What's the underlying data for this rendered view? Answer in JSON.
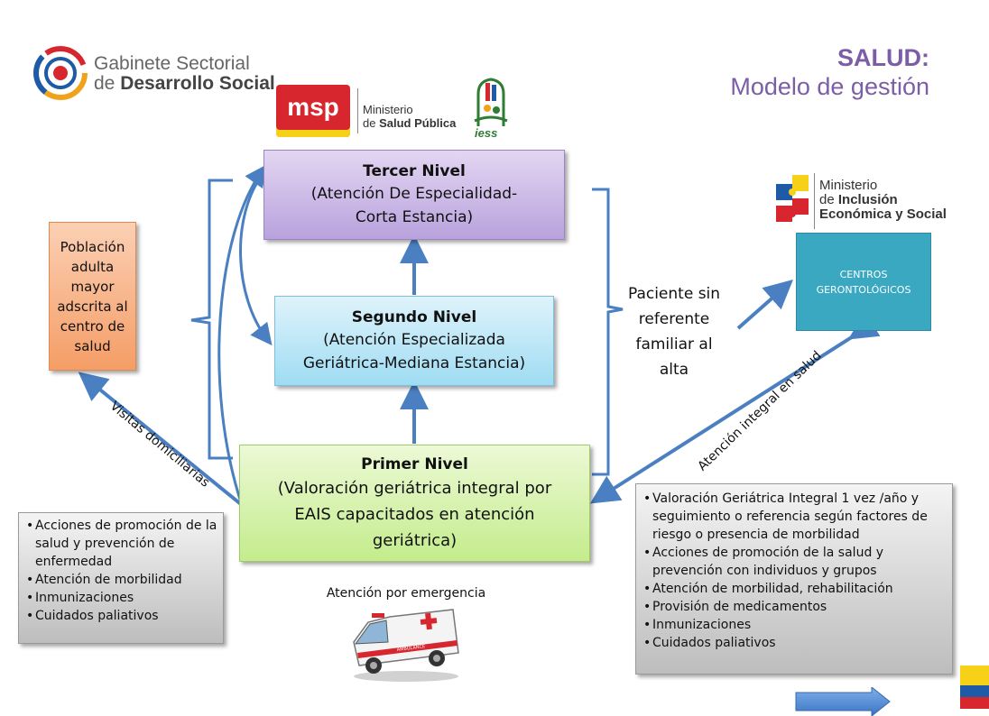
{
  "title": {
    "line1": "SALUD:",
    "line2": "Modelo de gestión"
  },
  "logos": {
    "gabinete": {
      "line1": "Gabinete Sectorial",
      "line2_pre": "de ",
      "line2_bold": "Desarrollo Social"
    },
    "msp": {
      "mark": "msp",
      "line1": "Ministerio",
      "line2_pre": "de ",
      "line2_bold": "Salud Pública"
    },
    "iess": {
      "mark": "iess"
    },
    "mies": {
      "line1": "Ministerio",
      "line2_pre": "de ",
      "line2_bold": "Inclusión",
      "line3": "Económica y Social"
    }
  },
  "levels": {
    "tercer": {
      "title": "Tercer Nivel",
      "line1": "(Atención De Especialidad-",
      "line2": "Corta Estancia)"
    },
    "segundo": {
      "title": "Segundo Nivel",
      "line1": "(Atención Especializada",
      "line2": "Geriátrica-Mediana Estancia)"
    },
    "primer": {
      "title": "Primer Nivel",
      "line1": "(Valoración geriátrica integral por",
      "line2": "EAIS capacitados en atención",
      "line3": "geriátrica)"
    }
  },
  "poblacion": {
    "lines": [
      "Población",
      "adulta",
      "mayor",
      "adscrita al",
      "centro de",
      "salud"
    ]
  },
  "centros": {
    "line1": "CENTROS",
    "line2": "GERONTOLÓGICOS"
  },
  "paciente": {
    "lines": [
      "Paciente sin",
      "referente",
      "familiar al",
      "alta"
    ]
  },
  "labels": {
    "visitas": "Visitas domiciliarias",
    "atencion_integral": "Atención integral en salud",
    "emergencia": "Atención por emergencia",
    "ambulance": "AMBULANCE"
  },
  "left_list": [
    "Acciones de promoción de la salud  y prevención de enfermedad",
    "Atención de morbilidad",
    "Inmunizaciones",
    "Cuidados paliativos"
  ],
  "right_list": [
    "Valoración Geriátrica Integral 1 vez /año y seguimiento o referencia según factores de riesgo o presencia de morbilidad",
    "Acciones de promoción de la salud  y prevención con individuos y grupos",
    "Atención de morbilidad, rehabilitación",
    "Provisión de medicamentos",
    "Inmunizaciones",
    "Cuidados paliativos"
  ],
  "colors": {
    "title": "#7b5ea7",
    "arrow": "#4a7fc1",
    "tercer": "#b9a2dd",
    "segundo": "#9fdcf3",
    "primer": "#c4ec8c",
    "poblacion": "#f59d66",
    "centros": "#3aa8c1",
    "flag_yellow": "#f7d117",
    "flag_blue": "#1f5aa6",
    "flag_red": "#d7262e"
  }
}
